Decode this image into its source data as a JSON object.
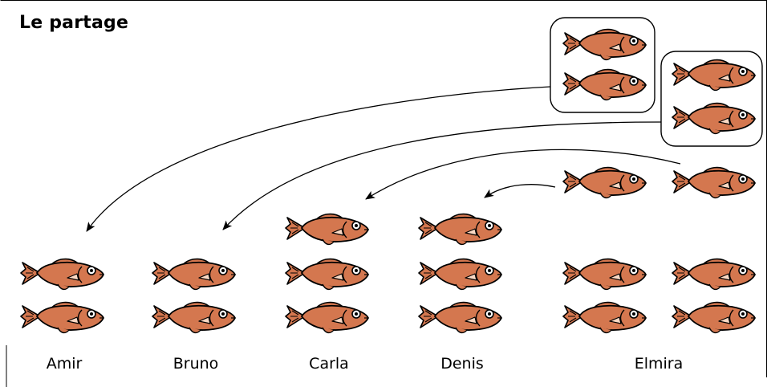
{
  "title": "Le partage",
  "colors": {
    "fish_body": "#D4774F",
    "outline": "#000000",
    "eye": "#FFFFFF"
  },
  "people": [
    {
      "name": "Amir",
      "fish_before": 2,
      "fish_after": 4
    },
    {
      "name": "Bruno",
      "fish_before": 2,
      "fish_after": 4
    },
    {
      "name": "Carla",
      "fish_before": 3,
      "fish_after": 4
    },
    {
      "name": "Denis",
      "fish_before": 3,
      "fish_after": 4
    },
    {
      "name": "Elmira",
      "fish_before": 10,
      "fish_after": 4
    }
  ],
  "transfers": [
    {
      "from": "Elmira",
      "to": "Amir",
      "fish": 2
    },
    {
      "from": "Elmira",
      "to": "Bruno",
      "fish": 2
    },
    {
      "from": "Elmira",
      "to": "Carla",
      "fish": 1
    },
    {
      "from": "Elmira",
      "to": "Denis",
      "fish": 1
    }
  ]
}
